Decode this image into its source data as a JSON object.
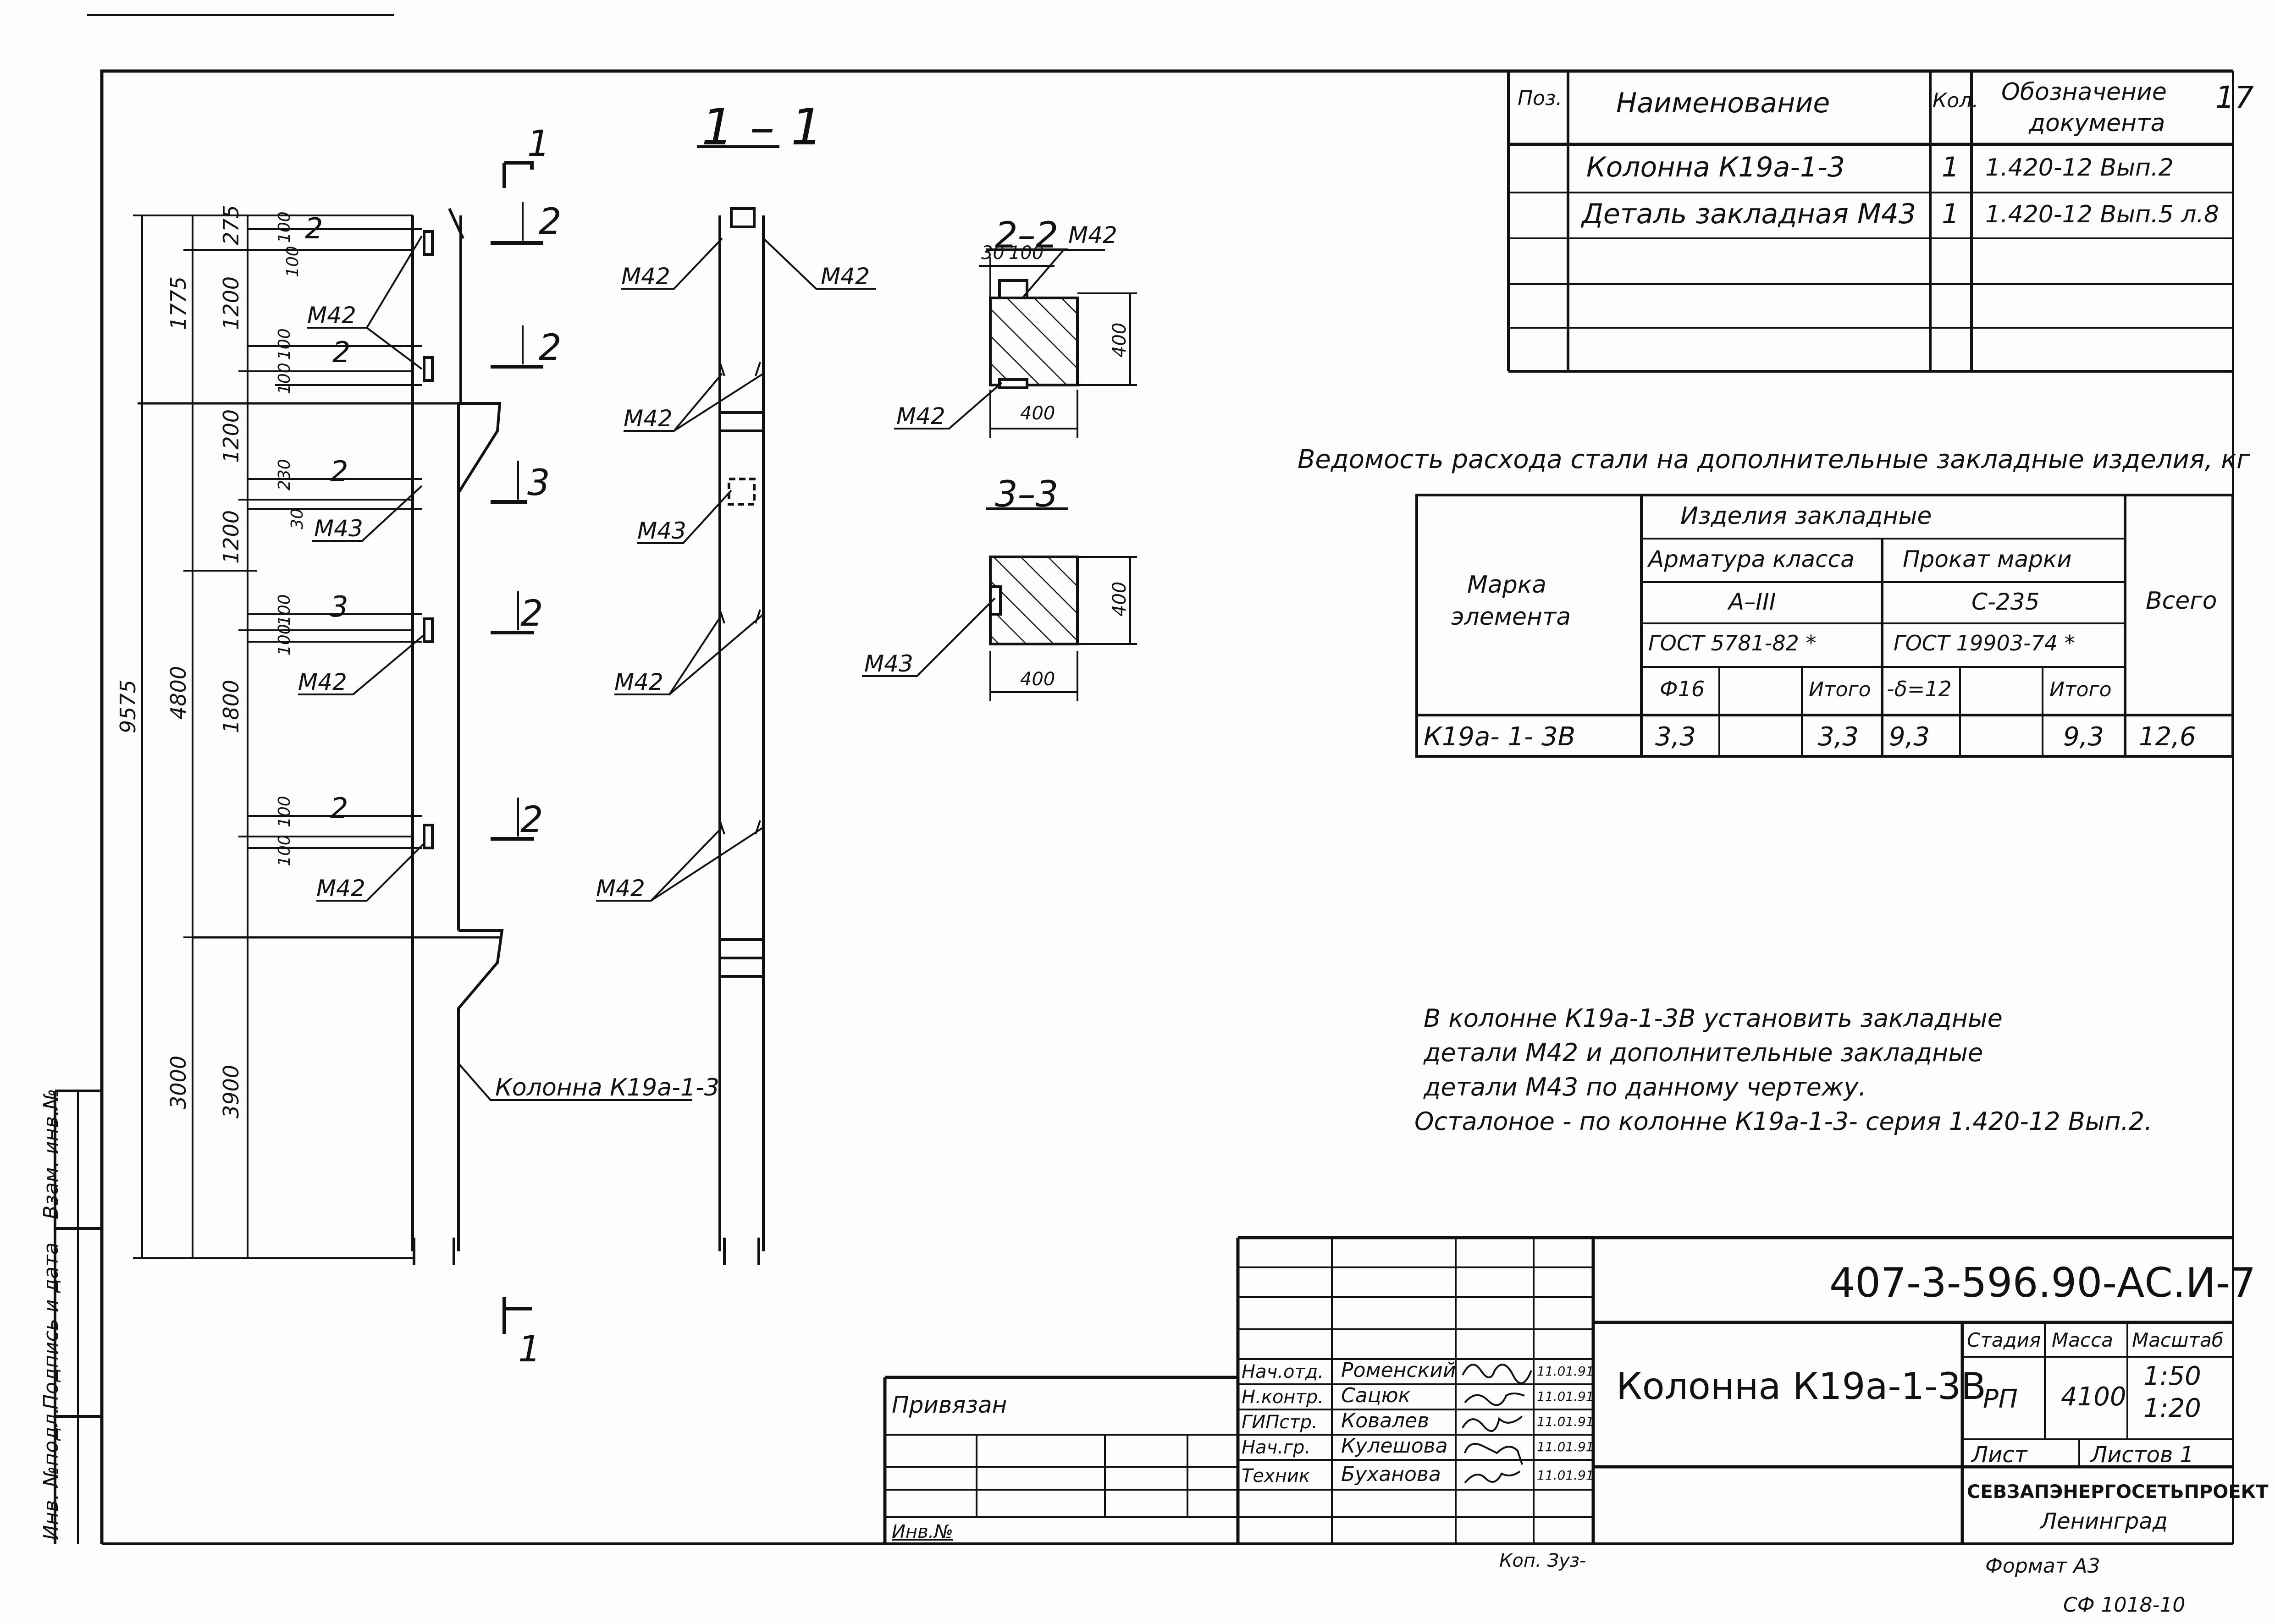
{
  "page_number": "17",
  "spec_table": {
    "headers": {
      "pos": "Поз.",
      "name": "Наименование",
      "qty": "Кол.",
      "doc_line1": "Обозначение",
      "doc_line2": "документа"
    },
    "rows": [
      {
        "name": "Колонна К19а-1-3",
        "qty": "1",
        "doc": "1.420-12  Вып.2"
      },
      {
        "name": "Деталь закладная М43",
        "qty": "1",
        "doc": "1.420-12  Вып.5 л.8"
      }
    ]
  },
  "steel_title": "Ведомость   расхода стали на дополнительные закладные изделия, кг",
  "steel_table": {
    "mark_line1": "Марка",
    "mark_line2": "элемента",
    "group": "Изделия   закладные",
    "armatura": "Арматура  класса",
    "prokat": "Прокат  марки",
    "aiii": "А–III",
    "c235": "С-235",
    "gost1": "ГОСТ  5781-82 *",
    "gost2": "ГОСТ  19903-74 *",
    "f16": "Ф16",
    "itogo1": "Итого",
    "delta": "-δ=12",
    "itogo2": "Итого",
    "vsego": "Всего",
    "row": {
      "mark": "К19а- 1- 3В",
      "f16": "3,3",
      "itogo1": "3,3",
      "delta": "9,3",
      "itogo2": "9,3",
      "vsego": "12,6"
    }
  },
  "note": [
    "В колонне К19а-1-3В  установить  закладные",
    "детали  М42  и  дополнительные  закладные",
    "детали  М43  по данному  чертежу.",
    "Осталоное - по   колонне     К19а-1-3- серия 1.420-12 Вып.2."
  ],
  "drawing": {
    "section_1_1": "1 – 1",
    "section_2_2": "2–2",
    "section_3_3": "3–3",
    "cut_marks": {
      "c1": "1",
      "c2": "2",
      "c3": "3"
    },
    "elev_dims": [
      "9575",
      "1775",
      "275",
      "1200",
      "4800",
      "1200",
      "1200",
      "1800",
      "3000",
      "3900"
    ],
    "small_dims": [
      "100",
      "100",
      "100",
      "100",
      "230",
      "30",
      "100",
      "100",
      "100",
      "100",
      "100"
    ],
    "embeds": {
      "m42": "М42",
      "m43": "М43"
    },
    "column_label": "Колонна К19а-1-3",
    "sec22_dims": {
      "a": "30",
      "b": "100",
      "w": "400",
      "h": "400"
    },
    "sec33_dims": {
      "w": "400",
      "h": "400"
    }
  },
  "side_stamp": [
    "Инв. №подл.",
    "Подпись и дата",
    "Взам. инв.№"
  ],
  "title_block": {
    "code": "407-3-596.90-АС.И-7",
    "title": "Колонна К19а-1-3В",
    "privyazan": "Привязан",
    "inv_no": "Инв.№",
    "stage_h": "Стадия",
    "mass_h": "Масса",
    "scale_h": "Масштаб",
    "stage": "РП",
    "mass": "4100",
    "scale1": "1:50",
    "scale2": "1:20",
    "list": "Лист",
    "lists": "Листов  1",
    "org": "СЕВЗАПЭНЕРГОСЕТЬПРОЕКТ",
    "city": "Ленинград",
    "staff": [
      {
        "role": "Нач.отд.",
        "name": "Роменский",
        "date": "11.01.91"
      },
      {
        "role": "Н.контр.",
        "name": "Сацюк",
        "date": "11.01.91"
      },
      {
        "role": "ГИПстр.",
        "name": "Ковалев",
        "date": "11.01.91"
      },
      {
        "role": "Нач.гр.",
        "name": "Кулешова",
        "date": "11.01.91"
      },
      {
        "role": "Техник",
        "name": "Буханова",
        "date": "11.01.91"
      }
    ]
  },
  "copied": "Коп. Зуз-",
  "format": "Формат А3",
  "archive": "СФ 1018-10"
}
